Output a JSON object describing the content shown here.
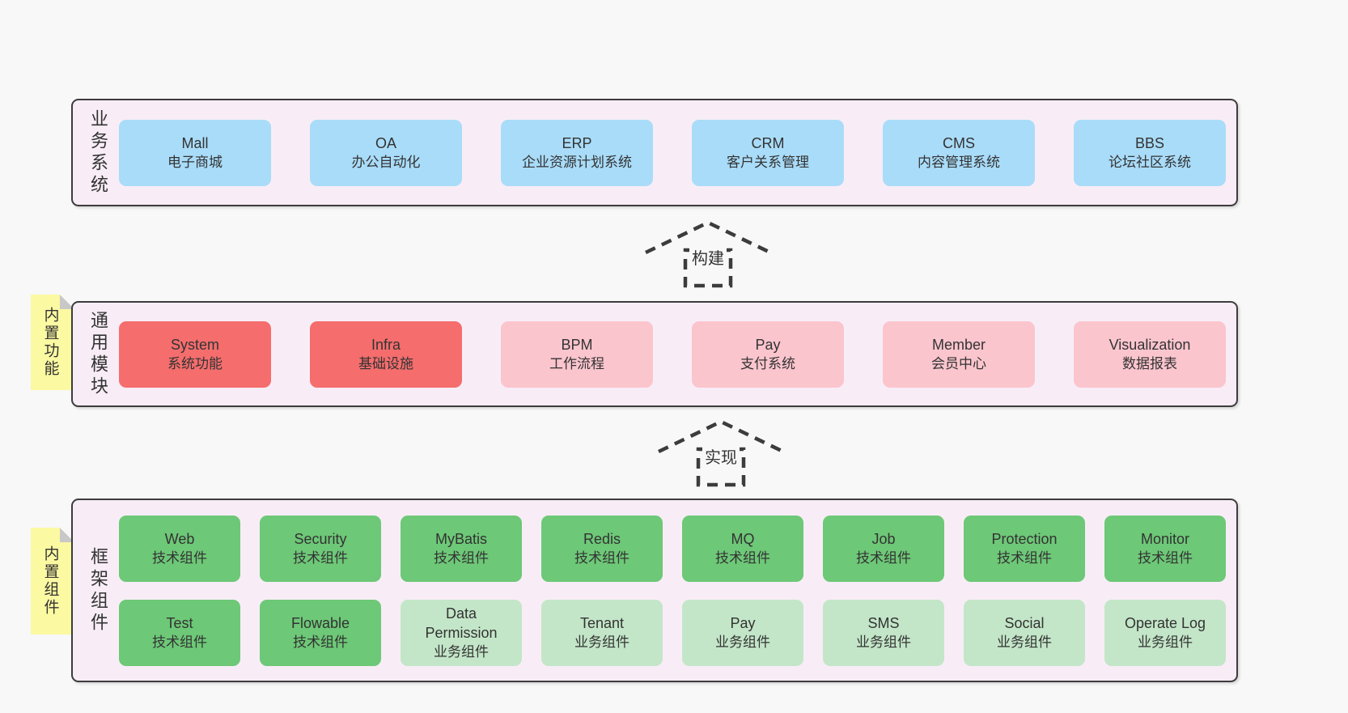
{
  "colors": {
    "page": "#f8f8f8",
    "panel": "#f8edf6",
    "line": "#3c3c3c",
    "text": "#333333",
    "blue": "#a9dcf9",
    "red": "#f56d6d",
    "pink": "#fbc5ce",
    "green": "#6dc877",
    "lightgreen": "#c3e6c8",
    "yellow": "#fbf9a1",
    "fold": "#c8c8c8"
  },
  "diagram": {
    "panels": [
      {
        "label": "业务系统",
        "tab": null,
        "rows": [
          [
            {
              "id": "mall",
              "name": "Mall",
              "desc": "电子商城",
              "color": "blue"
            },
            {
              "id": "oa",
              "name": "OA",
              "desc": "办公自动化",
              "color": "blue"
            },
            {
              "id": "erp",
              "name": "ERP",
              "desc": "企业资源计划系统",
              "color": "blue"
            },
            {
              "id": "crm",
              "name": "CRM",
              "desc": "客户关系管理",
              "color": "blue"
            },
            {
              "id": "cms",
              "name": "CMS",
              "desc": "内容管理系统",
              "color": "blue"
            },
            {
              "id": "bbs",
              "name": "BBS",
              "desc": "论坛社区系统",
              "color": "blue"
            }
          ]
        ]
      },
      {
        "label": "通用模块",
        "tab": "内置功能",
        "rows": [
          [
            {
              "id": "system",
              "name": "System",
              "desc": "系统功能",
              "color": "red"
            },
            {
              "id": "infra",
              "name": "Infra",
              "desc": "基础设施",
              "color": "red"
            },
            {
              "id": "bpm",
              "name": "BPM",
              "desc": "工作流程",
              "color": "pink"
            },
            {
              "id": "pay",
              "name": "Pay",
              "desc": "支付系统",
              "color": "pink"
            },
            {
              "id": "member",
              "name": "Member",
              "desc": "会员中心",
              "color": "pink"
            },
            {
              "id": "visualization",
              "name": "Visualization",
              "desc": "数据报表",
              "color": "pink"
            }
          ]
        ]
      },
      {
        "label": "框架组件",
        "tab": "内置组件",
        "rows": [
          [
            {
              "id": "web",
              "name": "Web",
              "desc": "技术组件",
              "color": "green"
            },
            {
              "id": "security",
              "name": "Security",
              "desc": "技术组件",
              "color": "green"
            },
            {
              "id": "mybatis",
              "name": "MyBatis",
              "desc": "技术组件",
              "color": "green"
            },
            {
              "id": "redis",
              "name": "Redis",
              "desc": "技术组件",
              "color": "green"
            },
            {
              "id": "mq",
              "name": "MQ",
              "desc": "技术组件",
              "color": "green"
            },
            {
              "id": "job",
              "name": "Job",
              "desc": "技术组件",
              "color": "green"
            },
            {
              "id": "protection",
              "name": "Protection",
              "desc": "技术组件",
              "color": "green"
            },
            {
              "id": "monitor",
              "name": "Monitor",
              "desc": "技术组件",
              "color": "green"
            }
          ],
          [
            {
              "id": "test",
              "name": "Test",
              "desc": "技术组件",
              "color": "green"
            },
            {
              "id": "flowable",
              "name": "Flowable",
              "desc": "技术组件",
              "color": "green"
            },
            {
              "id": "data-permission",
              "name": "Data\nPermission",
              "desc": "业务组件",
              "color": "lightgreen"
            },
            {
              "id": "tenant",
              "name": "Tenant",
              "desc": "业务组件",
              "color": "lightgreen"
            },
            {
              "id": "pay-biz",
              "name": "Pay",
              "desc": "业务组件",
              "color": "lightgreen"
            },
            {
              "id": "sms",
              "name": "SMS",
              "desc": "业务组件",
              "color": "lightgreen"
            },
            {
              "id": "social",
              "name": "Social",
              "desc": "业务组件",
              "color": "lightgreen"
            },
            {
              "id": "operate-log",
              "name": "Operate Log",
              "desc": "业务组件",
              "color": "lightgreen"
            }
          ]
        ]
      }
    ],
    "arrows": [
      {
        "label": "构建"
      },
      {
        "label": "实现"
      }
    ]
  }
}
